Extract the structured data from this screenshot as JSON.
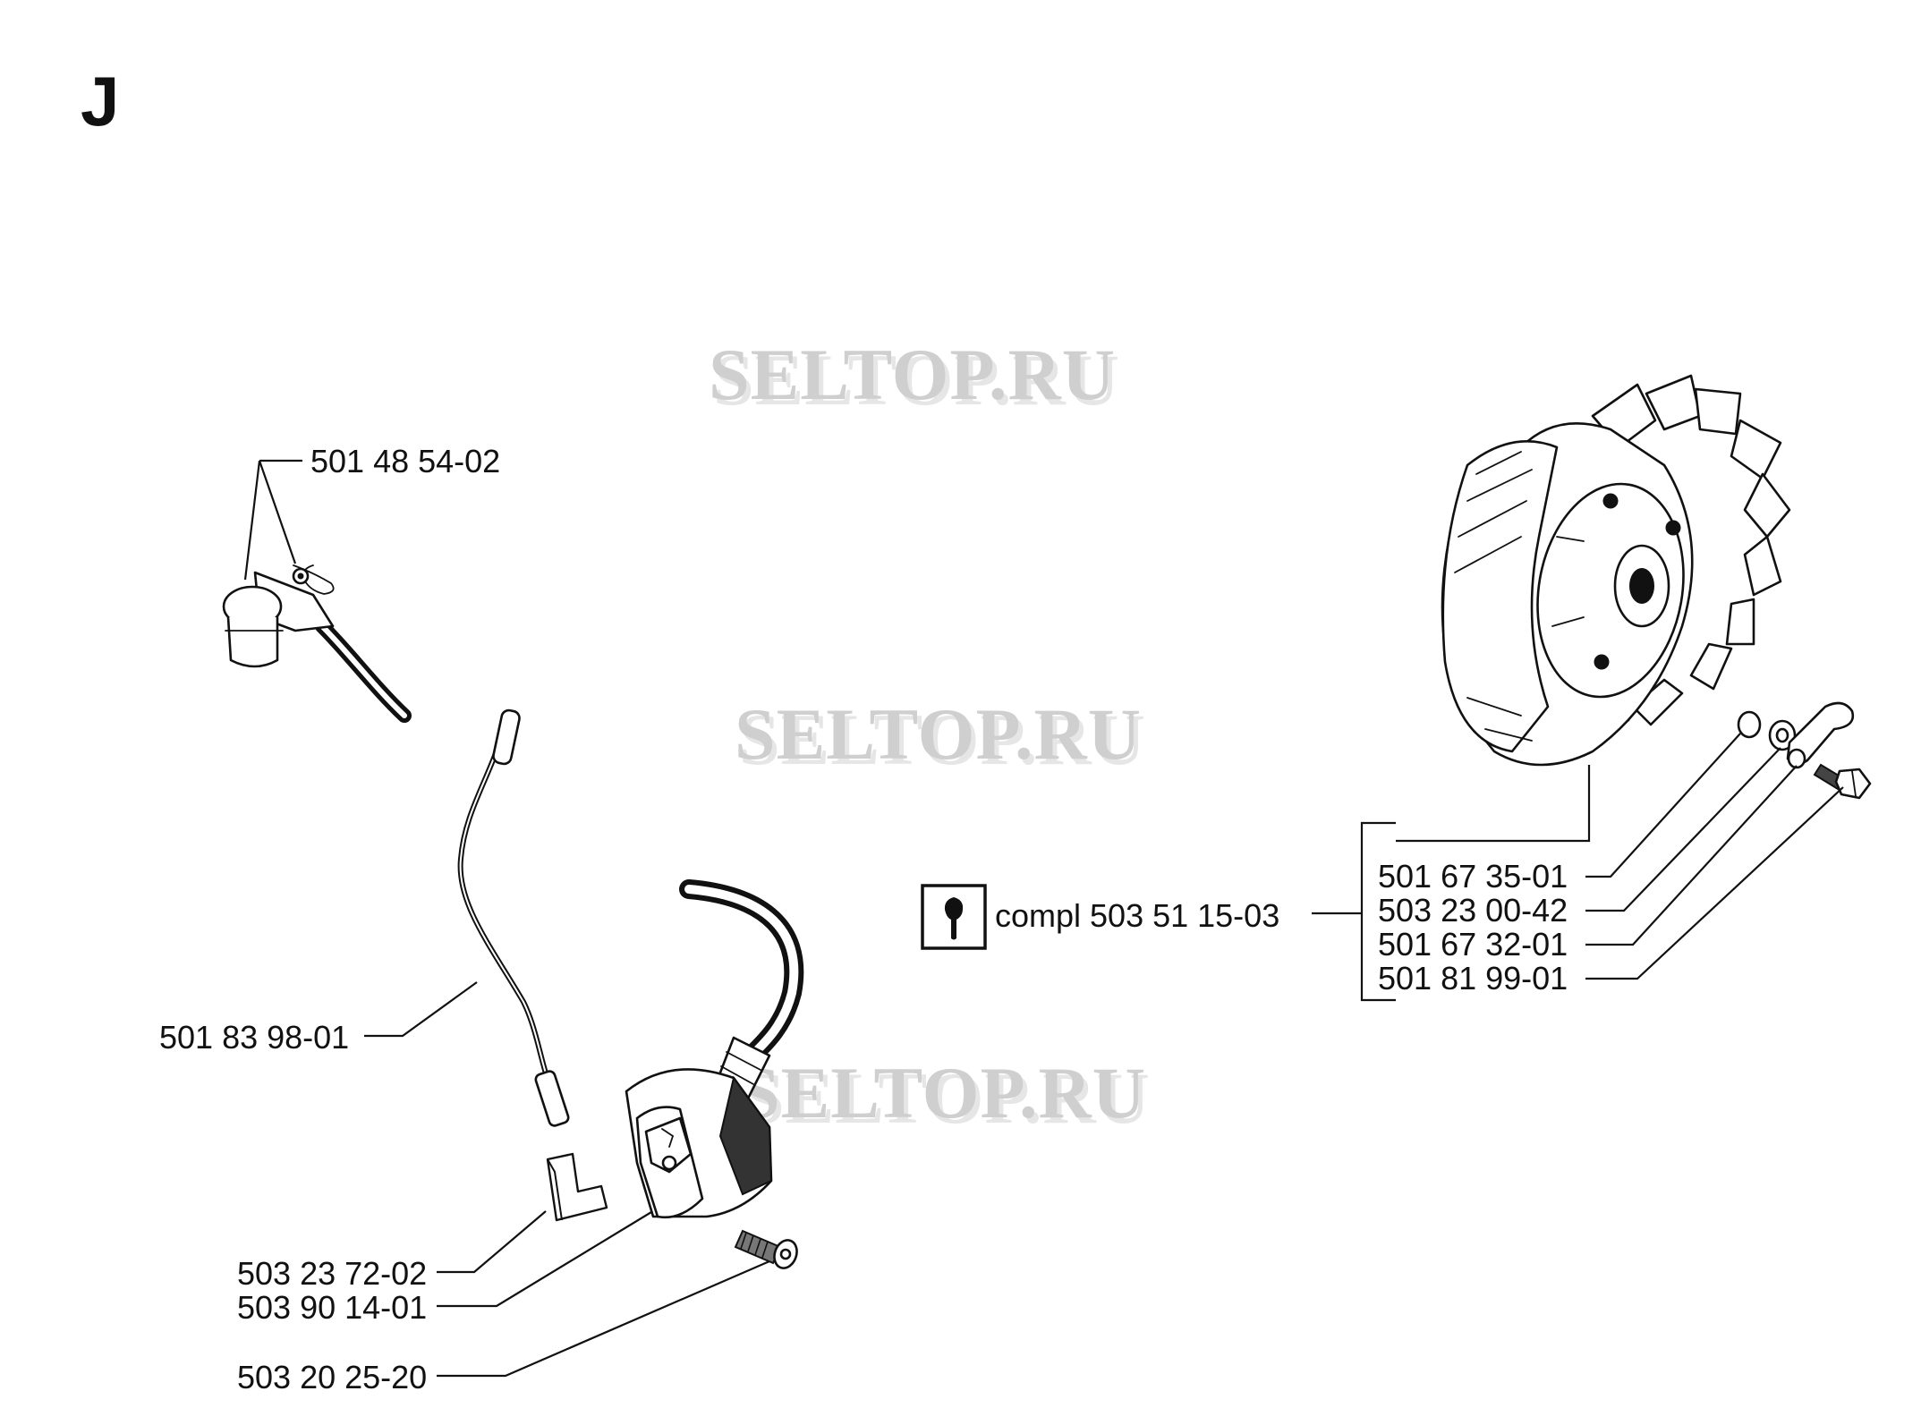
{
  "page": {
    "section_letter": "J",
    "watermark": "SELTOP.RU"
  },
  "parts": {
    "switch_assembly": "501 48 54-02",
    "cable": "501 83 98-01",
    "spacer_l": "503 23 72-02",
    "ignition_module": "503 90 14-01",
    "module_screw": "503 20 25-20"
  },
  "flywheel_group": {
    "kit_label": "compl 503 51 15-03",
    "kit_icon": "wrench-icon",
    "items": [
      "501 67 35-01",
      "503 23 00-42",
      "501 67 32-01",
      "501 81 99-01"
    ]
  }
}
